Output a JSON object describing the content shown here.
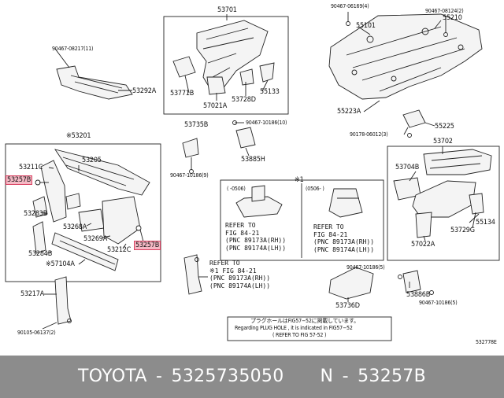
{
  "labels": {
    "p53701": "53701",
    "p90467_06169": "90467-06169(4)",
    "p90467_08124": "90467-08124(2)",
    "p55210": "55210",
    "p55101": "55101",
    "p90467_08217": "90467-08217(11)",
    "p53292A": "53292A",
    "p53771B": "53771B",
    "p57021A": "57021A",
    "p53728D": "53728D",
    "p55133": "55133",
    "p55223A": "55223A",
    "p55225": "55225",
    "p90178_06012": "90178-06012(3)",
    "p90467_10186_10": "90467-10186(10)",
    "p53735B": "53735B",
    "p53201": "※53201",
    "p53205": "53205",
    "p53211C": "53211C",
    "p53257B_left": "53257B",
    "p53283B": "53283B",
    "p53268A": "53268A",
    "p53269A": "53269A",
    "p53212C": "53212C",
    "p53257B_right": "53257B",
    "p53284B": "53284B",
    "p57104A": "※57104A",
    "p53217A": "53217A",
    "p90105_06137": "90105-06137(2)",
    "p90467_10186_9": "90467-10186(9)",
    "p53885H": "53885H",
    "p53702": "53702",
    "p53704B": "53704B",
    "p53729G": "53729G",
    "p55134": "55134",
    "p57022A": "57022A",
    "p90467_10186_5a": "90467-10186(5)",
    "p53886B": "53886B",
    "p90467_10186_5b": "90467-10186(5)",
    "p53736D": "53736D",
    "note_mark": "※1",
    "range_left": "(   -0506)",
    "range_right": "(0506-    )",
    "ref_left": "REFER TO\nFIG 84-21\n(PNC 89173A(RH))\n(PNC 89174A(LH))",
    "ref_right": "REFER TO\nFIG 84-21\n(PNC 89173A(RH))\n(PNC 89174A(LH))",
    "ref_bottom": "REFER TO\n※1 FIG 84-21\n(PNC 89173A(RH))\n(PNC 89174A(LH))",
    "plug_jp": "プラグホールはFIG57−52に掲載しています。",
    "plug_en": "Regarding PLUG HOLE , it is indicated in FIG57−52",
    "plug_ref": "(   REFER TO FIG 57-52 )",
    "figure_code": "532778E"
  },
  "footer": {
    "brand": "TOYOTA",
    "part_number": "5325735050",
    "pnc": "N - 53257B",
    "separator": " - "
  },
  "colors": {
    "highlight_fill": "#f4b8c4",
    "highlight_border": "#d94060",
    "footer_bg": "#8c8c8c"
  }
}
